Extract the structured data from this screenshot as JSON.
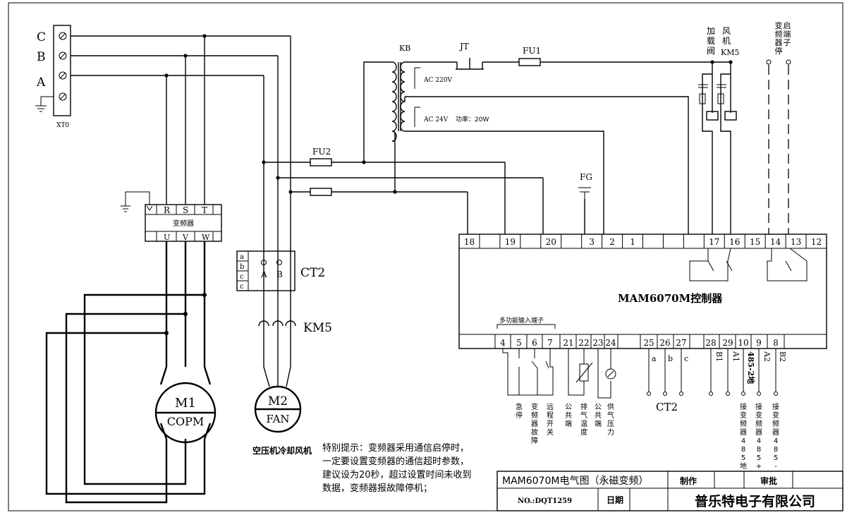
{
  "terminal_block": {
    "phase_c": "C",
    "phase_b": "B",
    "phase_a": "A",
    "name": "XT0"
  },
  "inverter": {
    "name": "变频器",
    "inputs": [
      "R",
      "S",
      "T"
    ],
    "outputs": [
      "U",
      "V",
      "W"
    ]
  },
  "motor_main": {
    "id": "M1",
    "name": "COPM"
  },
  "motor_fan": {
    "id": "M2",
    "name": "FAN",
    "caption": "空压机冷却风机"
  },
  "ct_block": {
    "letters": [
      "a",
      "b",
      "c",
      "c"
    ],
    "terminals": [
      "A",
      "B"
    ],
    "name": "CT2"
  },
  "contactor": "KM5",
  "transformer": {
    "name": "KB",
    "primary": "AC 220V",
    "secondary": "AC 24V",
    "power": "功率：20W"
  },
  "fuses": {
    "fu1": "FU1",
    "fu2": "FU2"
  },
  "estop_switch": "JT",
  "ground_mark": "FG",
  "top_right_labels": {
    "load_valve": "加载阀",
    "fan": "风机",
    "km5": "KM5",
    "inverter_terminal": "变频器停启端子"
  },
  "controller": {
    "name": "MAM6070M控制器",
    "top_terminals": [
      "18",
      "",
      "19",
      "",
      "20",
      "",
      "3",
      "2",
      "1",
      "",
      "",
      "",
      "17",
      "16",
      "15",
      "14",
      "13",
      "12"
    ],
    "bottom_terminals": [
      "4",
      "5",
      "6",
      "7",
      "21",
      "22",
      "23",
      "24",
      "25",
      "26",
      "27",
      "28",
      "29",
      "10",
      "9",
      "8"
    ],
    "multi_input_label": "多功能输入端子",
    "ct_letters": [
      "a",
      "b",
      "c"
    ],
    "rs485_labels": [
      "B1",
      "A1",
      "485-2地",
      "A2",
      "B2"
    ],
    "bottom_ct": "CT2"
  },
  "bottom_labels": [
    "急停",
    "变频器故障",
    "远程开关",
    "公共端",
    "排气温度",
    "公共端",
    "供气压力",
    "接变频器485地",
    "接变频器485+",
    "接变频器485-"
  ],
  "notice": {
    "line1": "特别提示：变频器采用通信启停时，",
    "line2": "一定要设置变频器的通信超时参数，",
    "line3": "建议设为20秒，超过设置时间未收到",
    "line4": "数据，变频器报故障停机；"
  },
  "title_block": {
    "title": "MAM6070M电气图（永磁变频）",
    "made_by": "制作",
    "approve": "审批",
    "number": "NO.:DQT1259",
    "date": "日期",
    "company": "普乐特电子有限公司"
  }
}
